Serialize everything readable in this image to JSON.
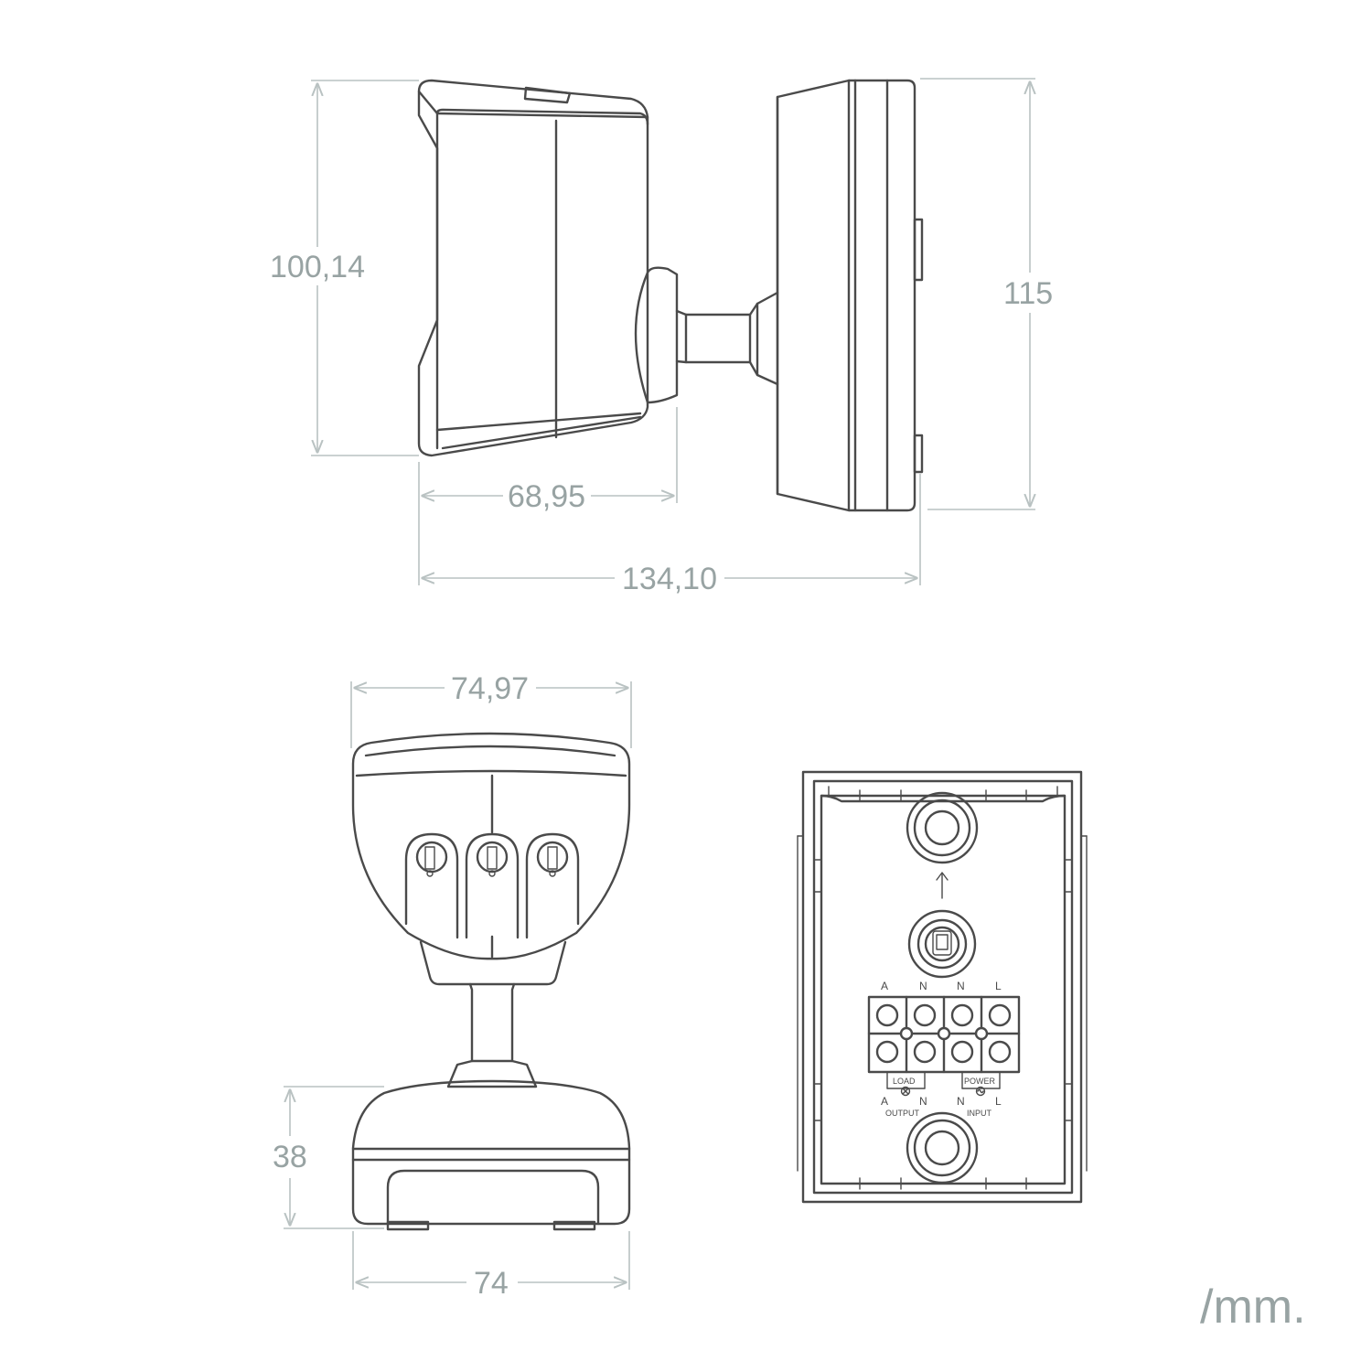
{
  "dimensions": {
    "side_height": "100,14",
    "side_width": "68,95",
    "total_width": "134,10",
    "back_height": "115",
    "front_width": "74,97",
    "base_height": "38",
    "base_width": "74"
  },
  "terminal_labels": {
    "top": [
      "A",
      "N",
      "N",
      "L"
    ],
    "bottom": [
      "A",
      "N",
      "N",
      "L"
    ],
    "load": "LOAD",
    "power": "POWER",
    "output": "OUTPUT",
    "input": "INPUT"
  },
  "unit": "/mm.",
  "colors": {
    "line": "#4a4a4a",
    "dimension": "#b9c2c2",
    "dimension_text": "#98a3a3",
    "background": "#ffffff"
  }
}
